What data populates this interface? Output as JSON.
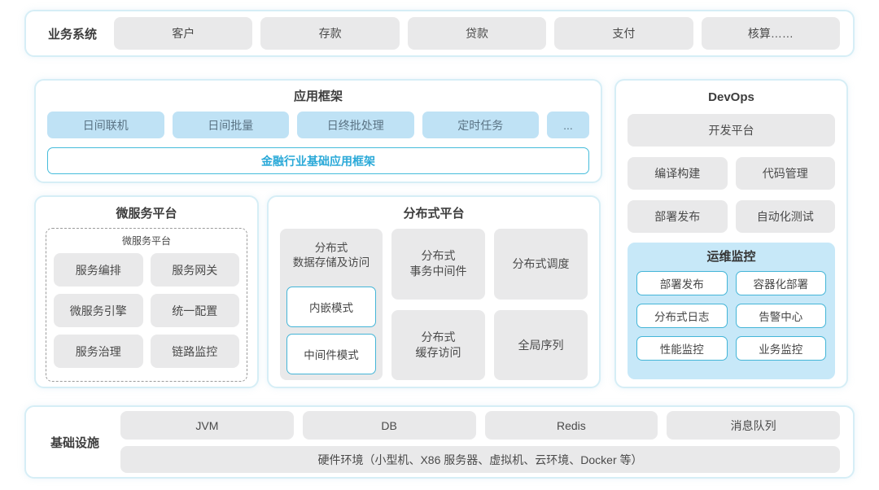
{
  "colors": {
    "panel_border": "#d6eef6",
    "gray_box": "#e9e9ea",
    "blue_box": "#bfe2f5",
    "teal_border": "#46bcdb",
    "teal_text": "#2aa9d8",
    "monitor_bg": "#c7e8f8"
  },
  "business_systems": {
    "label": "业务系统",
    "items": [
      "客户",
      "存款",
      "贷款",
      "支付",
      "核算……"
    ]
  },
  "app_framework": {
    "title": "应用框架",
    "items": [
      "日间联机",
      "日间批量",
      "日终批处理",
      "定时任务",
      "..."
    ],
    "base_framework": "金融行业基础应用框架"
  },
  "microservice_platform": {
    "title": "微服务平台",
    "inner_title": "微服务平台",
    "items": [
      "服务编排",
      "服务网关",
      "微服务引擎",
      "统一配置",
      "服务治理",
      "链路监控"
    ]
  },
  "distributed_platform": {
    "title": "分布式平台",
    "storage": {
      "label": "分布式\n数据存储及访问",
      "modes": [
        "内嵌模式",
        "中间件模式"
      ]
    },
    "middle_cells": [
      "分布式\n事务中间件",
      "分布式\n缓存访问"
    ],
    "right_cells": [
      "分布式调度",
      "全局序列"
    ]
  },
  "devops": {
    "title": "DevOps",
    "dev_platform": "开发平台",
    "items": [
      "编译构建",
      "代码管理",
      "部署发布",
      "自动化测试"
    ],
    "ops_monitoring": {
      "title": "运维监控",
      "items": [
        "部署发布",
        "容器化部署",
        "分布式日志",
        "告警中心",
        "性能监控",
        "业务监控"
      ]
    }
  },
  "infrastructure": {
    "label": "基础设施",
    "items": [
      "JVM",
      "DB",
      "Redis",
      "消息队列"
    ],
    "hardware": "硬件环境（小型机、X86 服务器、虚拟机、云环境、Docker 等）"
  }
}
